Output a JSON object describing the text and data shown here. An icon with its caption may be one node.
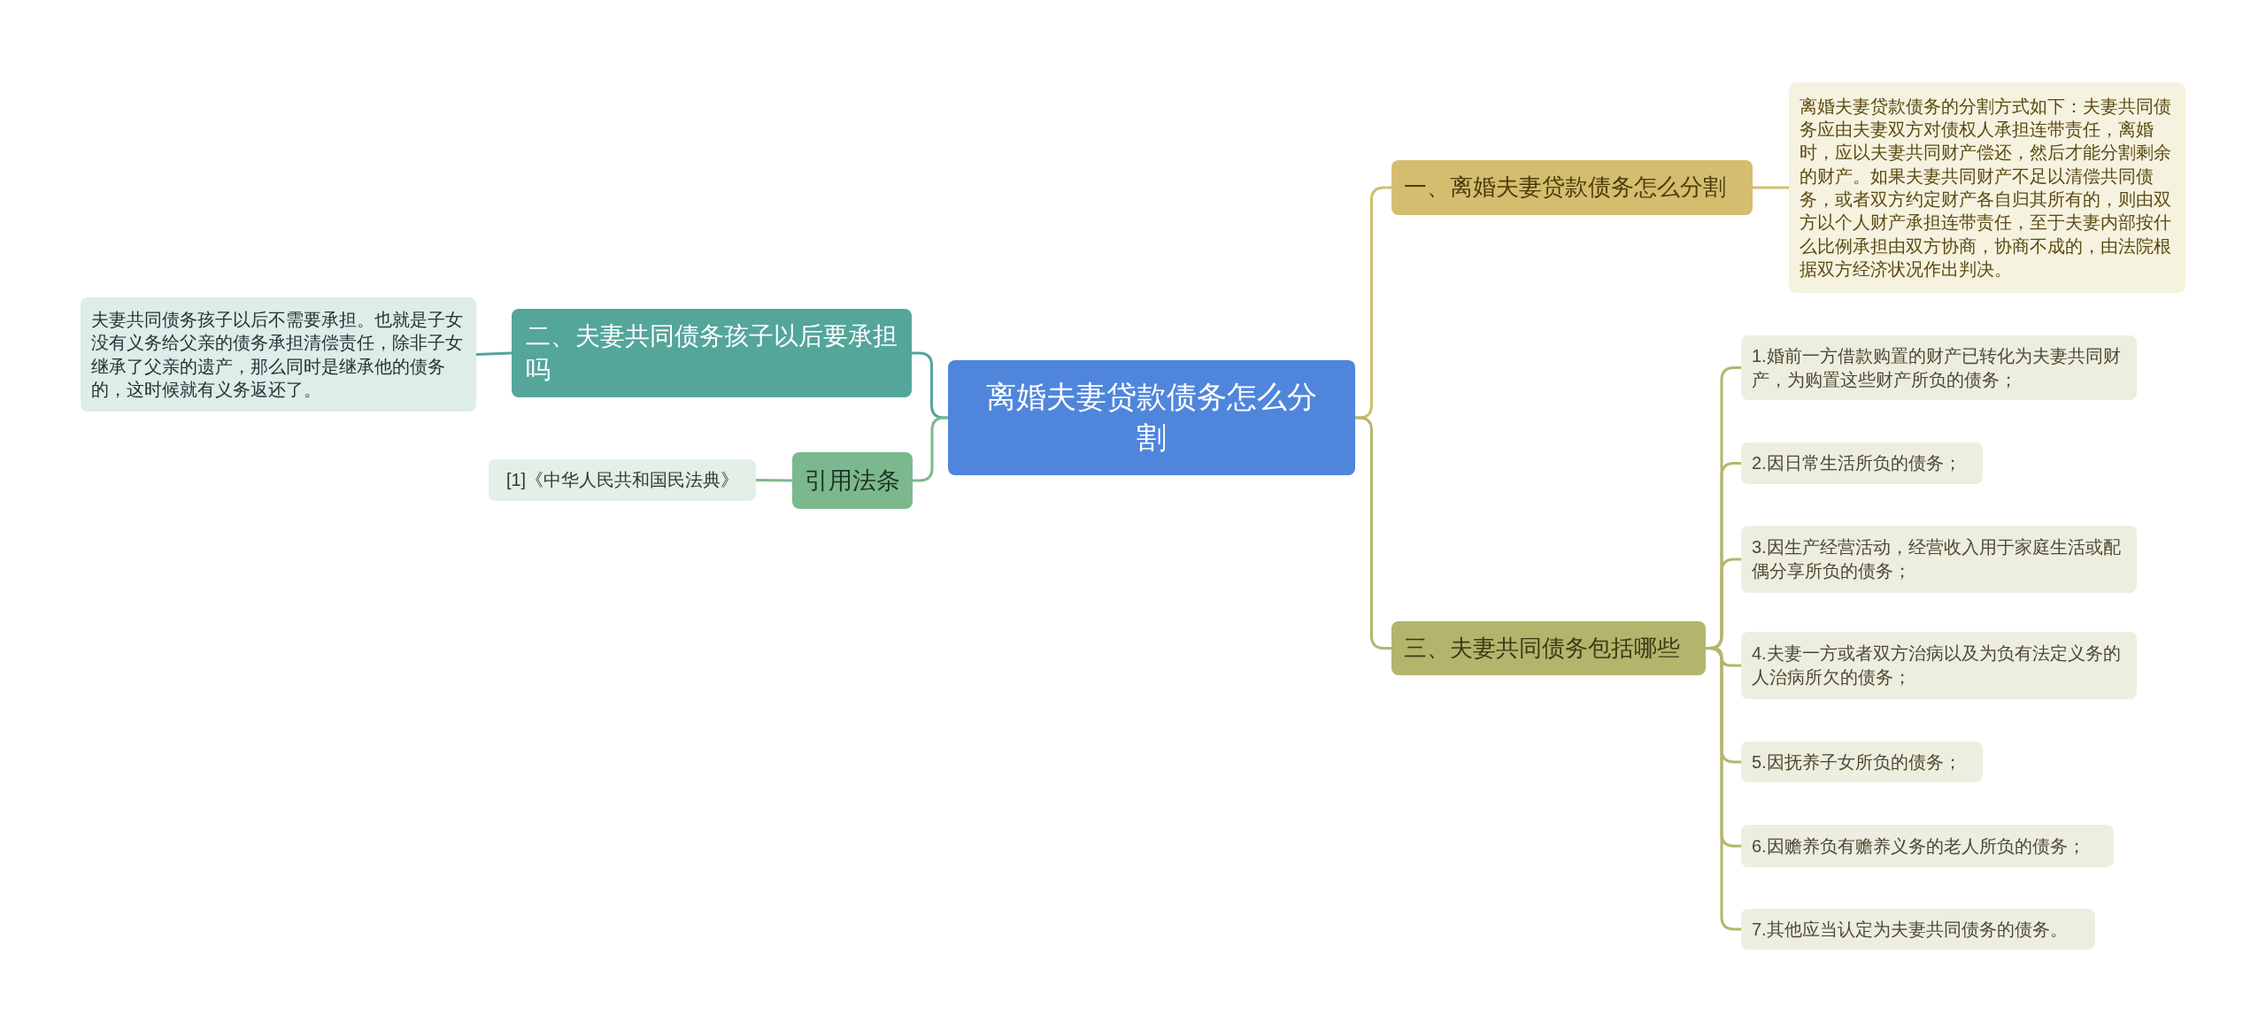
{
  "diagram": {
    "nodes": [
      {
        "text": [
          "离婚夫妻贷款债务怎么分割"
        ]
      },
      {
        "text": [
          "一、离婚夫妻贷款债务怎么分割"
        ]
      },
      {
        "text": [
          "离婚夫妻贷款债务的分割方式如下：夫妻共同债务应由夫妻双方对债权人承担连带责任，离婚时，应以夫妻共同财产偿还，然后才能分割剩余的财产。如果夫妻共同财产不足以清偿共同债务，或者双方约定财产各自归其所有的，则由双方以个人财产承担连带责任，至于夫妻内部按什么比例承担由双方协商，协商不成的，由法院根据双方经济状况作出判决。"
        ]
      },
      {
        "text": [
          "三、夫妻共同债务包括哪些"
        ]
      },
      {
        "text": [
          "1.婚前一方借款购置的财产已转化为夫妻共同财产，为购置这些财产所负的债务；"
        ]
      },
      {
        "text": [
          "2.因日常生活所负的债务；"
        ]
      },
      {
        "text": [
          "3.因生产经营活动，经营收入用于家庭生活或配偶分享所负的债务；"
        ]
      },
      {
        "text": [
          "4.夫妻一方或者双方治病以及为负有法定义务的人治病所欠的债务；"
        ]
      },
      {
        "text": [
          "5.因抚养子女所负的债务；"
        ]
      },
      {
        "text": [
          "6.因赡养负有赡养义务的老人所负的债务；"
        ]
      },
      {
        "text": [
          "7.其他应当认定为夫妻共同债务的债务。"
        ]
      },
      {
        "text": [
          "二、夫妻共同债务孩子以后要承担吗"
        ]
      },
      {
        "text": [
          "夫妻共同债务孩子以后不需要承担。也就是子女没有义务给父亲的债务承担清偿责任，除非子女继承了父亲的遗产，那么同时是继承他的债务的，这时候就有义务返还了。"
        ]
      },
      {
        "text": [
          "引用法条"
        ]
      },
      {
        "text": [
          "[1]《中华人民共和国民法典》"
        ]
      }
    ],
    "edges": [
      {
        "from": 0,
        "to": 1,
        "arrow": "none",
        "color": "#d4bd6e"
      },
      {
        "from": 1,
        "to": 2,
        "arrow": "none",
        "color": "#d4bd6e"
      },
      {
        "from": 0,
        "to": 3,
        "arrow": "none",
        "color": "#b3b56d"
      },
      {
        "from": 3,
        "to": 4,
        "arrow": "none",
        "color": "#b3b56d"
      },
      {
        "from": 3,
        "to": 5,
        "arrow": "none",
        "color": "#b3b56d"
      },
      {
        "from": 3,
        "to": 6,
        "arrow": "none",
        "color": "#b3b56d"
      },
      {
        "from": 3,
        "to": 7,
        "arrow": "none",
        "color": "#b3b56d"
      },
      {
        "from": 3,
        "to": 8,
        "arrow": "none",
        "color": "#b3b56d"
      },
      {
        "from": 3,
        "to": 9,
        "arrow": "none",
        "color": "#b3b56d"
      },
      {
        "from": 3,
        "to": 10,
        "arrow": "none",
        "color": "#b3b56d"
      },
      {
        "from": 0,
        "to": 11,
        "arrow": "none",
        "color": "#54a59a"
      },
      {
        "from": 11,
        "to": 12,
        "arrow": "none",
        "color": "#54a59a"
      },
      {
        "from": 0,
        "to": 13,
        "arrow": "none",
        "color": "#7cb88e"
      },
      {
        "from": 13,
        "to": 14,
        "arrow": "none",
        "color": "#7cb88e"
      }
    ]
  }
}
